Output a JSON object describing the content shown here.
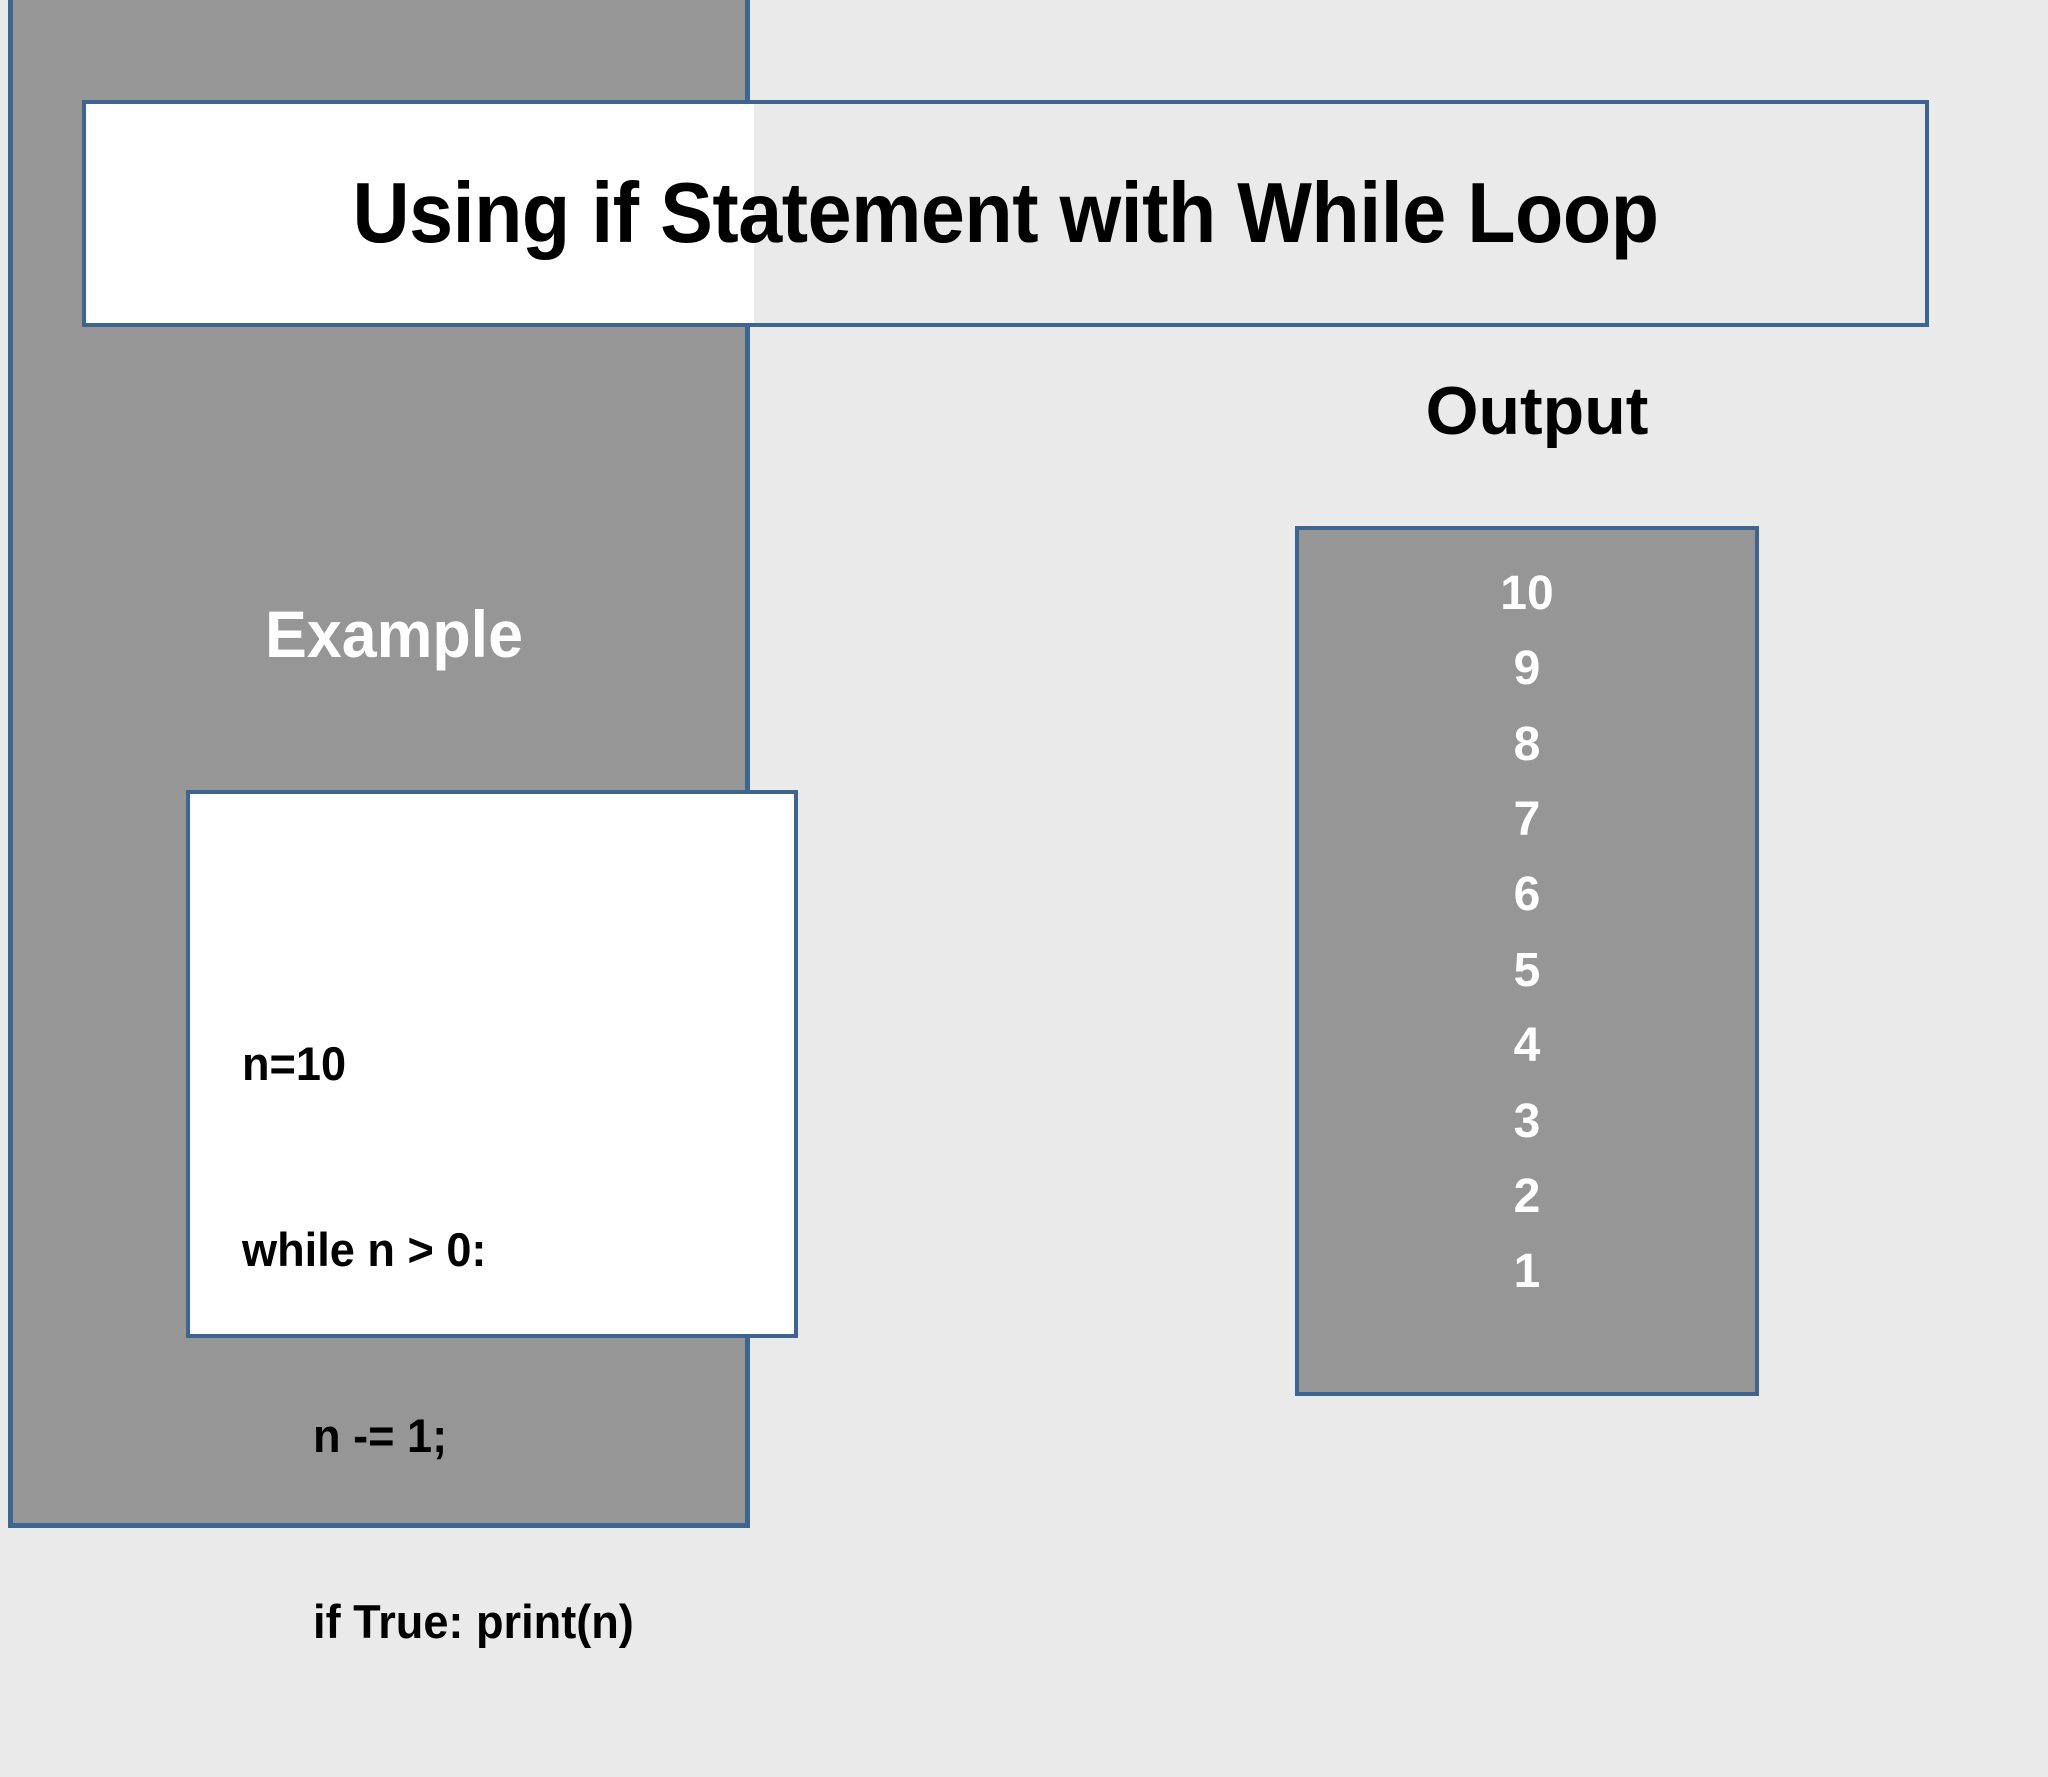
{
  "slide": {
    "background_color": "#eaeaea",
    "panel_color": "#969696",
    "accent_color": "#3d658f",
    "title": "Using if Statement with While Loop"
  },
  "left_panel": {
    "example_label": "Example",
    "code_box": {
      "lines": [
        "n=10",
        "while n > 0:",
        "n -= 1;",
        "if True: print(n)"
      ],
      "indented": [
        false,
        false,
        true,
        true
      ]
    }
  },
  "right_panel": {
    "output_heading": "Output",
    "output_values": [
      "10",
      "9",
      "8",
      "7",
      "6",
      "5",
      "4",
      "3",
      "2",
      "1"
    ]
  }
}
